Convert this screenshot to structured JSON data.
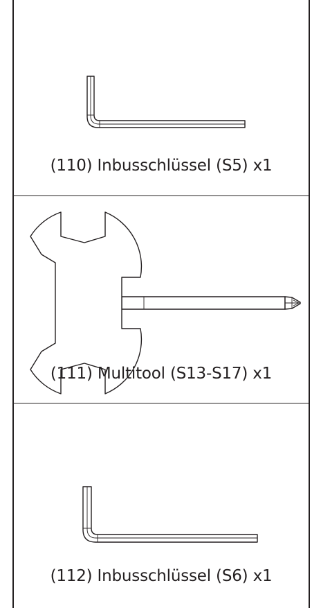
{
  "parts": [
    {
      "number": "(110)",
      "name": "Inbusschlüssel (S5)",
      "quantity": "x1",
      "icon": "hex-key-icon"
    },
    {
      "number": "(111)",
      "name": "Multitool (S13-S17)",
      "quantity": "x1",
      "icon": "multitool-wrench-screwdriver-icon"
    },
    {
      "number": "(112)",
      "name": "Inbusschlüssel (S6)",
      "quantity": "x1",
      "icon": "hex-key-icon"
    }
  ]
}
